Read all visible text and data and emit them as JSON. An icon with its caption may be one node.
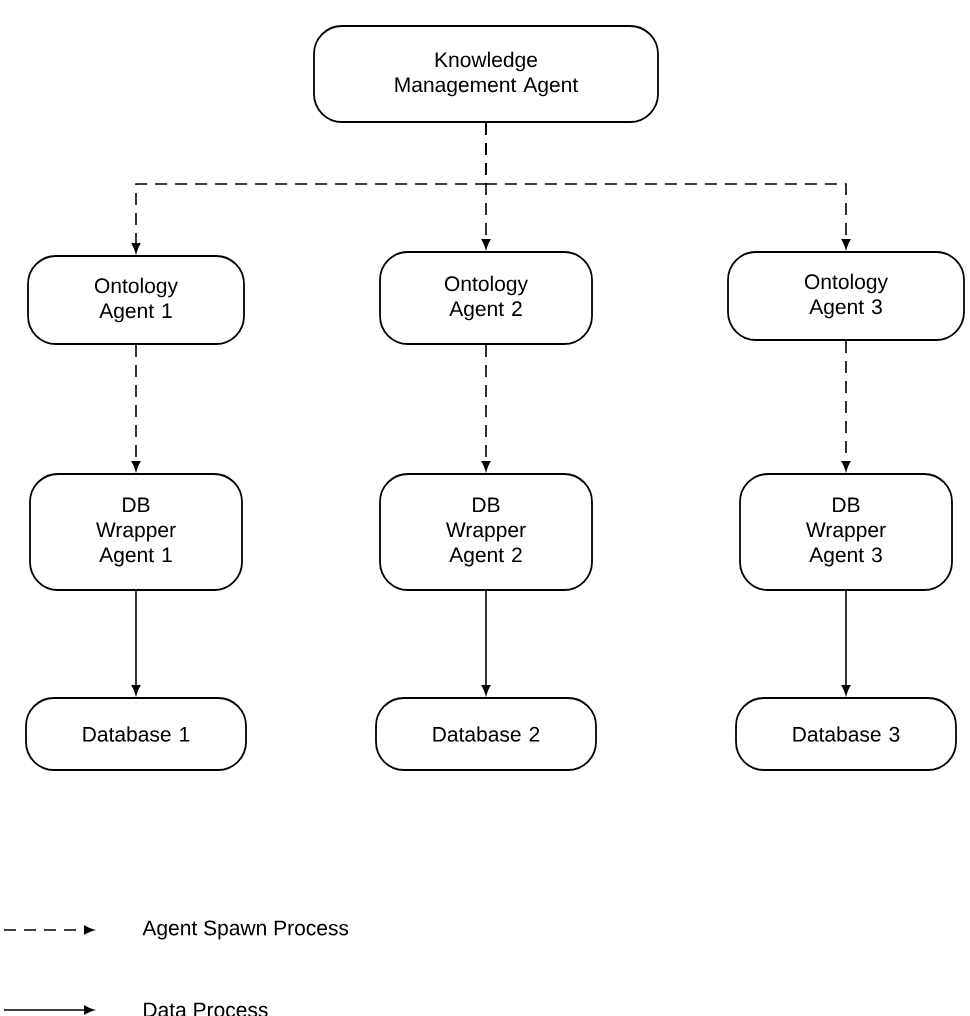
{
  "diagram": {
    "nodes": [
      {
        "text": [
          "Knowledge Management Agent"
        ]
      },
      {
        "text": [
          "Ontology Agent 1"
        ]
      },
      {
        "text": [
          "Ontology Agent 2"
        ]
      },
      {
        "text": [
          "Ontology Agent 3"
        ]
      },
      {
        "text": [
          "DB Wrapper Agent 1"
        ]
      },
      {
        "text": [
          "DB Wrapper Agent 2"
        ]
      },
      {
        "text": [
          "DB Wrapper Agent 3"
        ]
      },
      {
        "text": [
          "Database 1"
        ]
      },
      {
        "text": [
          "Database 2"
        ]
      },
      {
        "text": [
          "Database 3"
        ]
      }
    ],
    "edges": [
      {
        "from": 0,
        "to": 1,
        "arrow": "to",
        "style": "dashed"
      },
      {
        "from": 0,
        "to": 2,
        "arrow": "to",
        "style": "dashed"
      },
      {
        "from": 0,
        "to": 3,
        "arrow": "to",
        "style": "dashed"
      },
      {
        "from": 1,
        "to": 4,
        "arrow": "to",
        "style": "dashed"
      },
      {
        "from": 2,
        "to": 5,
        "arrow": "to",
        "style": "dashed"
      },
      {
        "from": 3,
        "to": 6,
        "arrow": "to",
        "style": "dashed"
      },
      {
        "from": 4,
        "to": 7,
        "arrow": "to"
      },
      {
        "from": 5,
        "to": 8,
        "arrow": "to"
      },
      {
        "from": 6,
        "to": 9,
        "arrow": "to"
      }
    ],
    "legend": [
      {
        "text": "Agent Spawn Process"
      },
      {
        "text": "Data Process"
      }
    ]
  }
}
